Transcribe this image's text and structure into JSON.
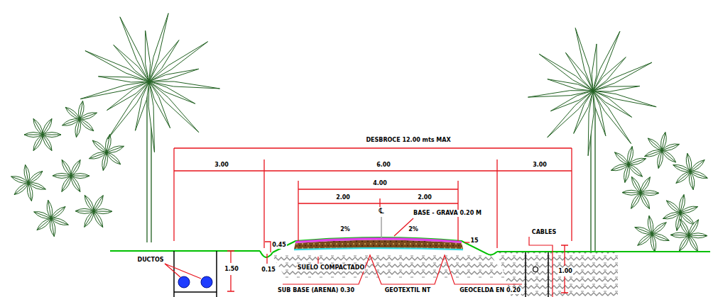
{
  "diagram": {
    "labels": [
      "DESBROCE 12.00 mts MAX",
      "3.00",
      "6.00",
      "3.00",
      "4.00",
      "2.00",
      "2.00",
      "℄",
      "BASE - GRAVA 0.20 M",
      "2%",
      "2%",
      "0.45",
      "15",
      "0.15",
      "SUELO COMPACTADO",
      "SUB BASE (ARENA) 0.30",
      "GEOTEXTIL NT",
      "GEOCELDA EN 0.20",
      "DUCTOS",
      "1.50",
      "CABLES",
      "1.00"
    ]
  }
}
